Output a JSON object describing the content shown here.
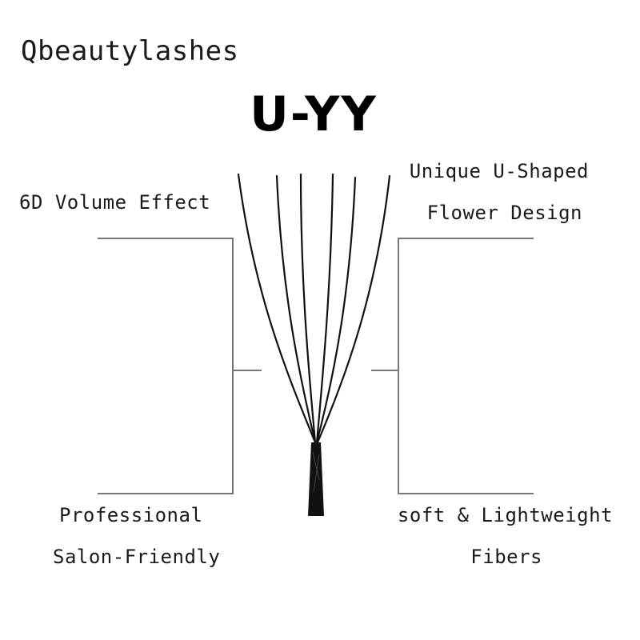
{
  "brand": "Qbeautylashes",
  "model": "U-YY",
  "features": {
    "top_left": "6D Volume Effect",
    "top_right_line1": "Unique U-Shaped",
    "top_right_line2": "Flower Design",
    "bottom_left_line1": "Professional",
    "bottom_left_line2": "Salon-Friendly",
    "bottom_right_line1": "soft & Lightweight",
    "bottom_right_line2": "Fibers"
  },
  "colors": {
    "background": "#ffffff",
    "text": "#1a1a1a",
    "bracket_lines": "#777777",
    "lash": "#111111"
  },
  "illustration": "eyelash-fan-icon"
}
